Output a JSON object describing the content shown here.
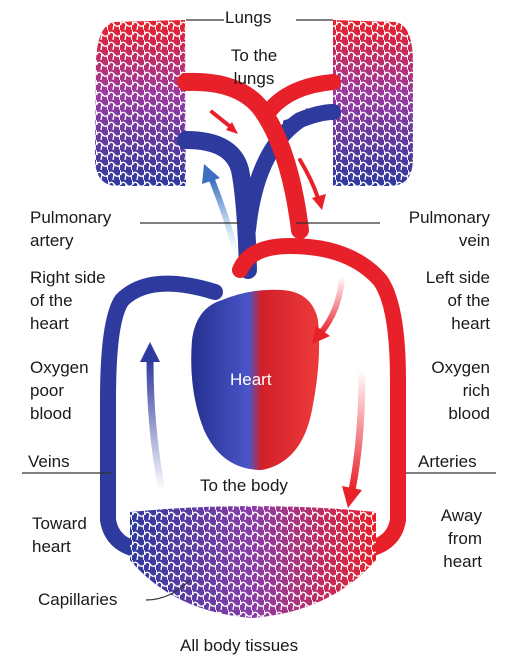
{
  "labels": {
    "lungs": "Lungs",
    "to_the_lungs": [
      "To the",
      "lungs"
    ],
    "pulmonary_artery": [
      "Pulmonary",
      "artery"
    ],
    "pulmonary_vein": [
      "Pulmonary",
      "vein"
    ],
    "right_side": [
      "Right side",
      "of the",
      "heart"
    ],
    "left_side": [
      "Left side",
      "of the",
      "heart"
    ],
    "oxygen_poor": [
      "Oxygen",
      "poor",
      "blood"
    ],
    "oxygen_rich": [
      "Oxygen",
      "rich",
      "blood"
    ],
    "heart": "Heart",
    "veins": "Veins",
    "arteries": "Arteries",
    "to_the_body": "To the body",
    "toward_heart": [
      "Toward",
      "heart"
    ],
    "away_from_heart": [
      "Away",
      "from",
      "heart"
    ],
    "capillaries": "Capillaries",
    "all_body_tissues": "All body tissues"
  },
  "colors": {
    "oxygen_rich": "#e8202a",
    "oxygen_poor": "#2e3a9e",
    "mixed": "#7b3fa8"
  }
}
